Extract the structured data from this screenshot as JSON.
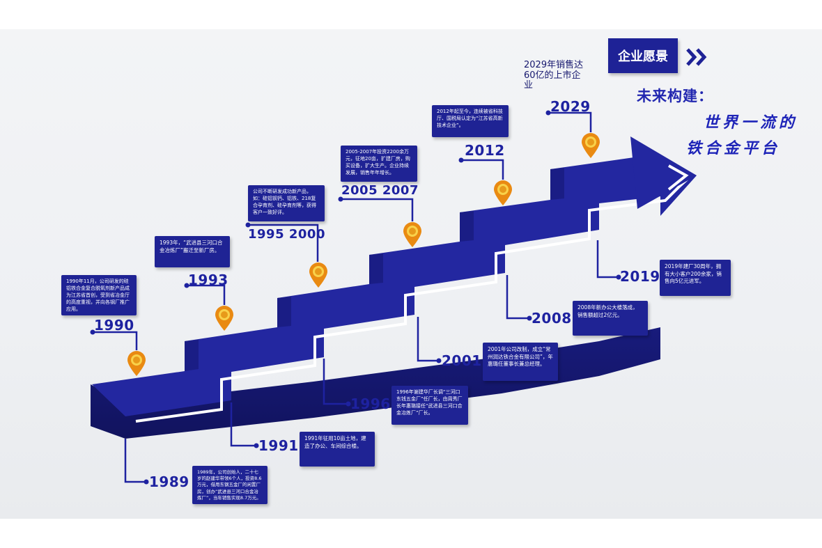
{
  "vision": {
    "badge": "企业愿景",
    "future_title": "未来构建：",
    "slogan_line1": "世界一流的",
    "slogan_line2": "铁合金平台",
    "goal_text": "2029年销售达60亿的上市企业",
    "goal_year": "2029"
  },
  "milestones_top": [
    {
      "year": "1990",
      "text": "1990年11月，公司研发的硅铝铁合金复合脱氧剂新产品成为江苏省首创，受到省冶金厅的高度重视，并向各钢厂推广应用。"
    },
    {
      "year": "1993",
      "text": "1993年，“武进县三河口合金冶炼厂”搬迁至新厂房。"
    },
    {
      "year": "1995 2000",
      "text": "公司不断研发成功新产品，如：硅铝钡钙、铝铁、218复合孕育剂、硅孕育剂等，获得客户一致好评。"
    },
    {
      "year": "2005 2007",
      "text": "2005-2007年投资2200余万元，征地20亩，扩建厂房，购买设备，扩大生产。企业持续发展，销售年年增长。"
    },
    {
      "year": "2012",
      "text": "2012年起至今，连续被省科技厅、国税局认定为“江苏省高新技术企业”。"
    }
  ],
  "milestones_bottom": [
    {
      "year": "1989",
      "text": "1989年，公司创始人，二十七岁的赵建华带领6个人，投资8.6万元，借用东钢五金厂的闲置厂房，创办“武进县三河口合金冶炼厂”，当年销售实现8.7万元。"
    },
    {
      "year": "1991",
      "text": "1991年征用10亩土地，建造了办公、车间综合楼。"
    },
    {
      "year": "1996",
      "text": "1996年谢建华厂长调“三河口东钱五金厂”任厂长，由周秀厂长年惠璐接任“武进县三河口合金冶炼厂”厂长。"
    },
    {
      "year": "2001",
      "text": "2001年公司改制，成立“常州润达铁合金有限公司”，年惠璐任董事长兼总经理。"
    },
    {
      "year": "2008",
      "text": "2008年新办公大楼落成，销售额超过2亿元。"
    },
    {
      "year": "2019",
      "text": "2019年建厂30周年，拥有大小客户200余家，销售向5亿元进军。"
    }
  ],
  "colors": {
    "staircase": "#1f2396",
    "staircase_dark": "#141773",
    "text_blue": "#1e22a0",
    "pin_gold": "#f2b31c",
    "pin_orange": "#e07a12"
  },
  "icons": [
    "location-pin-icon",
    "double-chevron-right-icon",
    "arrow-head-icon"
  ]
}
